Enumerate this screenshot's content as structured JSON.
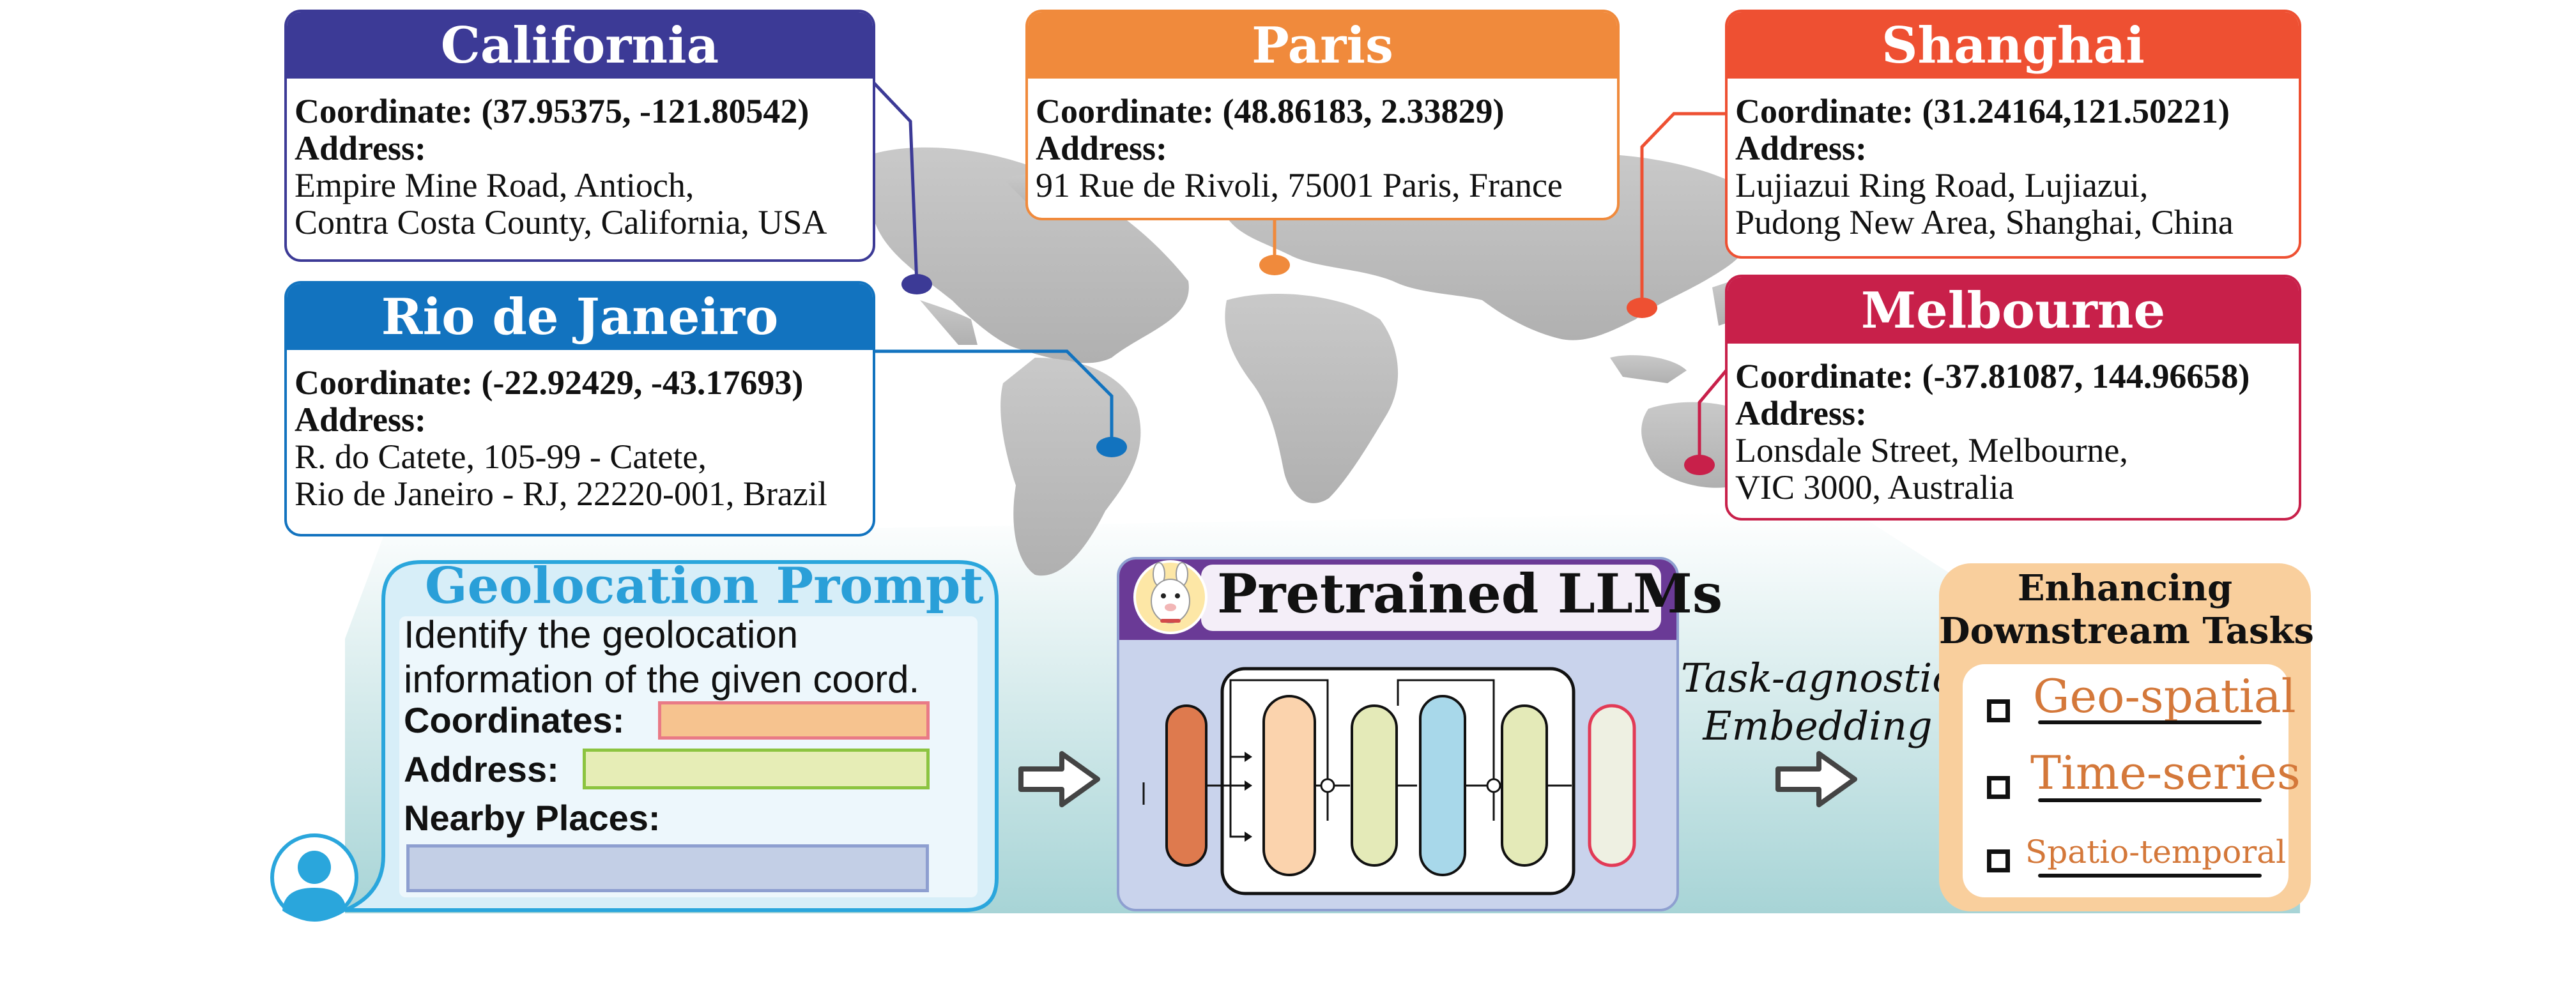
{
  "locations": {
    "california": {
      "name": "California",
      "coordinate": "Coordinate: (37.95375, -121.80542)",
      "address_label": "Address:",
      "address_line1": "Empire Mine Road, Antioch,",
      "address_line2": "Contra Costa County, California, USA",
      "color": "#3c3a96"
    },
    "rio": {
      "name": "Rio de Janeiro",
      "coordinate": "Coordinate: (-22.92429, -43.17693)",
      "address_label": "Address:",
      "address_line1": "R. do Catete, 105-99 - Catete,",
      "address_line2": "Rio de Janeiro - RJ, 22220-001, Brazil",
      "color": "#1273bf"
    },
    "paris": {
      "name": "Paris",
      "coordinate": "Coordinate: (48.86183, 2.33829)",
      "address_label": "Address:",
      "address_line1": "91 Rue de Rivoli,  75001 Paris,  France",
      "color": "#f08a3c"
    },
    "shanghai": {
      "name": "Shanghai",
      "coordinate": "Coordinate: (31.24164,121.50221)",
      "address_label": "Address:",
      "address_line1": "Lujiazui Ring Road, Lujiazui,",
      "address_line2": "Pudong New Area, Shanghai,  China",
      "color": "#ee5032"
    },
    "melbourne": {
      "name": "Melbourne",
      "coordinate": "Coordinate: (-37.81087, 144.96658)",
      "address_label": "Address:",
      "address_line1": "Lonsdale Street, Melbourne,",
      "address_line2": "VIC 3000, Australia",
      "color": "#c8204a"
    }
  },
  "prompt": {
    "title": "Geolocation Prompt",
    "instruction_line1": "Identify the geolocation",
    "instruction_line2": "information of  the given coord.",
    "coordinates_label": "Coordinates:",
    "address_label": "Address:",
    "nearby_label": "Nearby Places:",
    "border_color": "#2aa6dc"
  },
  "llm": {
    "title": "Pretrained LLMs",
    "header_color": "#6a3a96",
    "panel_color": "#c9d3ec"
  },
  "arrow_label": {
    "line1": "Task-agnostic",
    "line2": "Embedding"
  },
  "downstream": {
    "title_line1": "Enhancing",
    "title_line2": "Downstream Tasks",
    "tasks": [
      "Geo-spatial",
      "Time-series",
      "Spatio-temporal"
    ],
    "task_color": "#d4783a",
    "panel_color": "#f9cf9d"
  }
}
